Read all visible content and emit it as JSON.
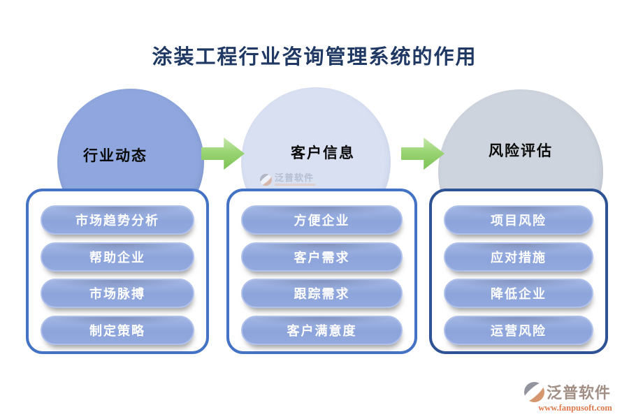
{
  "title": "涂装工程行业咨询管理系统的作用",
  "columns": [
    {
      "circle_label": "行业动态",
      "items": [
        "市场趋势分析",
        "帮助企业",
        "市场脉搏",
        "制定策略"
      ]
    },
    {
      "circle_label": "客户信息",
      "items": [
        "方便企业",
        "客户需求",
        "跟踪需求",
        "客户满意度"
      ]
    },
    {
      "circle_label": "风险评估",
      "items": [
        "项目风险",
        "应对措施",
        "降低企业",
        "运营风险"
      ]
    }
  ],
  "watermark": {
    "text": "泛普软件"
  },
  "footer_brand": {
    "name": "泛普软件",
    "url": "www.fanpusoft.com"
  },
  "colors": {
    "title_text": "#1F3864",
    "circle_1_fill": "#8FA7DE",
    "circle_2_fill": "#D9E0F2",
    "circle_3_fill": "#CED4DD",
    "arrow_green_top": "#CBE9B0",
    "arrow_green_bottom": "#79C152",
    "panel_border_blue": "#4472C4",
    "panel_border_navy": "#2E5395",
    "pill_fill": "#8CA4DB",
    "pill_text": "#FFFFFF",
    "brand_orange": "#E07A4D",
    "brand_gray": "#A18E85"
  }
}
